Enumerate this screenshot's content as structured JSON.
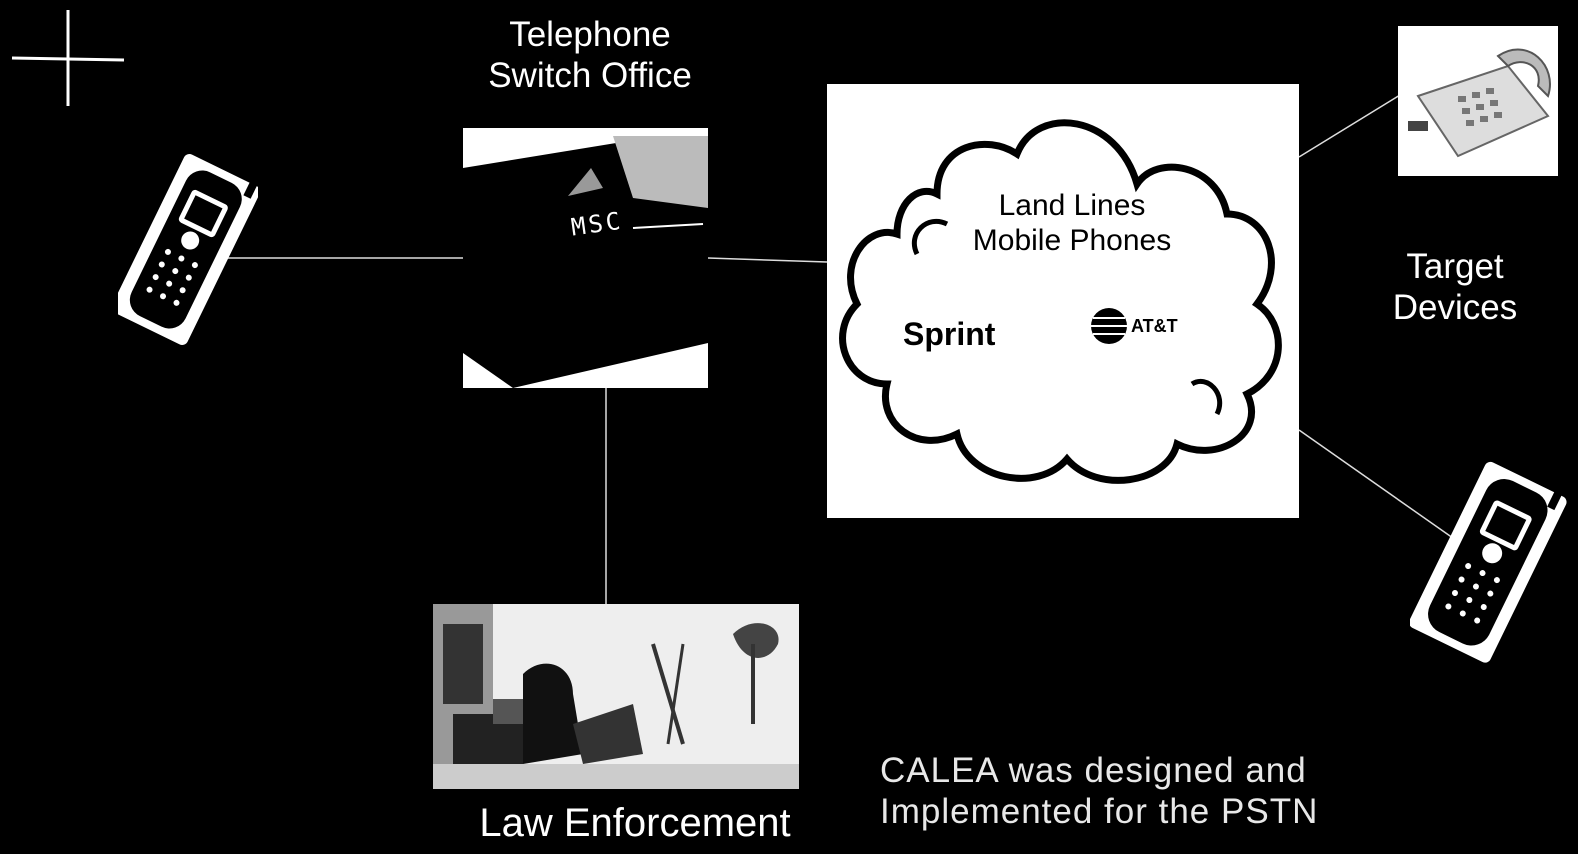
{
  "switch_office": {
    "label_line1": "Telephone",
    "label_line2": "Switch Office",
    "msc_text": "MSC"
  },
  "network_cloud": {
    "line1": "Land Lines",
    "line2": "Mobile Phones",
    "carrier1": "Sprint",
    "carrier2": "AT&T"
  },
  "target_devices": {
    "line1": "Target",
    "line2": "Devices"
  },
  "law_enforcement": {
    "label": "Law Enforcement"
  },
  "caption": {
    "line1": "CALEA was designed and",
    "line2": "Implemented for the PSTN"
  },
  "icons": [
    "crosshair-icon",
    "mobile-phone-icon",
    "desk-phone-icon",
    "cloud-icon",
    "att-globe-icon"
  ]
}
